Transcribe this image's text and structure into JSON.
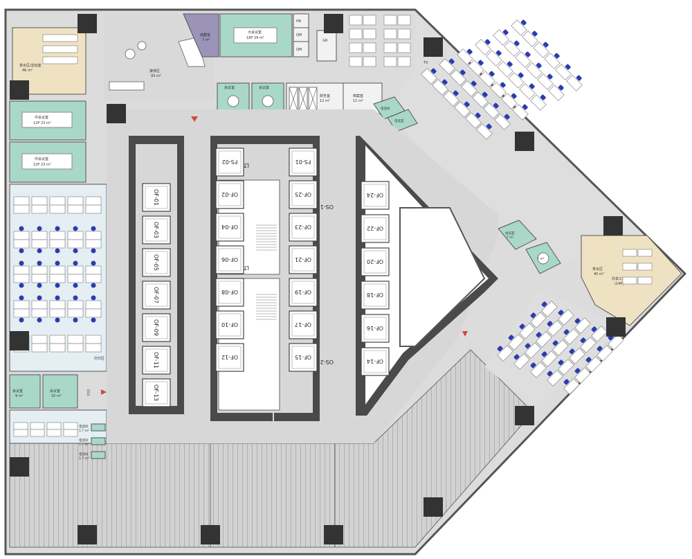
{
  "colors": {
    "corridor": "#d7d7d7",
    "meeting_room": "#a9d8c9",
    "pantry": "#efe2c2",
    "open_office": "#e4eef3",
    "partition_wall": "#4a4a4a",
    "chair": "#2b3bb0",
    "desk": "#ffffff",
    "column": "#333333",
    "red_mark": "#d04a3a"
  },
  "rooms": {
    "pantry_nw": {
      "name": "茶水区/活动室",
      "area": "46 m²"
    },
    "meeting_mid_1": {
      "name": "中会议室",
      "info": "12P 23 m²"
    },
    "meeting_mid_2": {
      "name": "中会议室",
      "info": "12P 23 m²"
    },
    "reception": {
      "name": "接待区",
      "area": "93 m²"
    },
    "storage": {
      "name": "储藏室",
      "area": "7 m²"
    },
    "meeting_large": {
      "name": "大会议室",
      "info": "18P 29 m²"
    },
    "meeting_s1": {
      "name": "会议室"
    },
    "meeting_s2": {
      "name": "会议室"
    },
    "finance": {
      "name": "财务室",
      "area": "12 m²"
    },
    "archive": {
      "name": "档案室",
      "area": "11 m²"
    },
    "hr": {
      "name": "HR"
    },
    "gr": {
      "name": "GR"
    },
    "qm1": {
      "name": "QM"
    },
    "qm2": {
      "name": "QM"
    },
    "tv": {
      "name": "TV"
    },
    "phone_ne1": {
      "name": "电话间"
    },
    "phone_ne2": {
      "name": "电话室"
    },
    "meeting_e": {
      "name": "会议室",
      "area": "7 m²"
    },
    "meeting_e2": {
      "name": "7 m²"
    },
    "pantry_e": {
      "name": "茶水区",
      "area": "40 m²"
    },
    "shared_work": {
      "name": "共享工位",
      "info": "(14P)"
    },
    "meeting_sw1": {
      "name": "会议室",
      "area": "9 m²"
    },
    "meeting_sw2": {
      "name": "会议室",
      "area": "10 m²"
    },
    "phone_sw": [
      {
        "name": "电话间",
        "area": "1.7 m²"
      },
      {
        "name": "电话间",
        "area": "1.7 m²"
      },
      {
        "name": "电话间",
        "area": "1.7 m²"
      }
    ],
    "print": {
      "name": "打印区"
    }
  },
  "elevators": {
    "west_col": [
      "OF-01",
      "OF-03",
      "OF-05",
      "OF-07",
      "OF-09",
      "OF-11",
      "OF-13"
    ],
    "mid_left": [
      "FS-02",
      "OF-02",
      "OF-04",
      "OF-06",
      "OF-08",
      "OF-10",
      "OF-12"
    ],
    "mid_right": [
      "FS-01",
      "OF-25",
      "OF-23",
      "OF-21",
      "OF-19",
      "OF-17",
      "OF-15"
    ],
    "east_col": [
      "OF-24",
      "OF-22",
      "OF-20",
      "OF-18",
      "OF-16",
      "OF-14"
    ],
    "stairs": [
      "LT-02",
      "LT-01"
    ],
    "service": [
      "OS-1",
      "OS-2"
    ],
    "door_code": "OO1"
  }
}
